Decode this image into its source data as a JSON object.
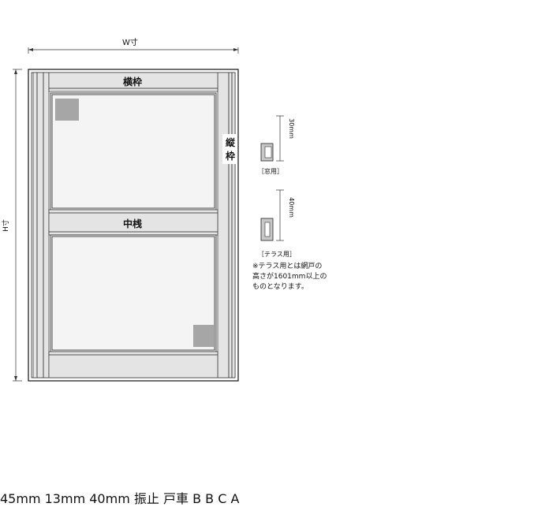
{
  "front_view": {
    "width_label": "W寸",
    "height_label": "H寸",
    "top_rail_label": "横枠",
    "side_stile_label_1": "縦",
    "side_stile_label_2": "枠",
    "middle_rail_label": "中桟"
  },
  "profiles": [
    {
      "dim_label": "30mm",
      "caption": "［窓用］"
    },
    {
      "dim_label": "40mm",
      "caption": "［テラス用］"
    },
    {
      "dim_label": "45mm",
      "caption": ""
    },
    {
      "dim_label": "13mm",
      "caption": ""
    }
  ],
  "bottom_profile_width": "40mm",
  "note": {
    "line1": "※テラス用とは網戸の",
    "line2": "高さが1601mm以上の",
    "line3": "ものとなります。"
  },
  "section_view": {
    "top_label": "振止",
    "bottom_label": "戸車",
    "b_label_top": "B",
    "b_label_bottom": "B",
    "c_label": "C",
    "a_label": "A"
  }
}
